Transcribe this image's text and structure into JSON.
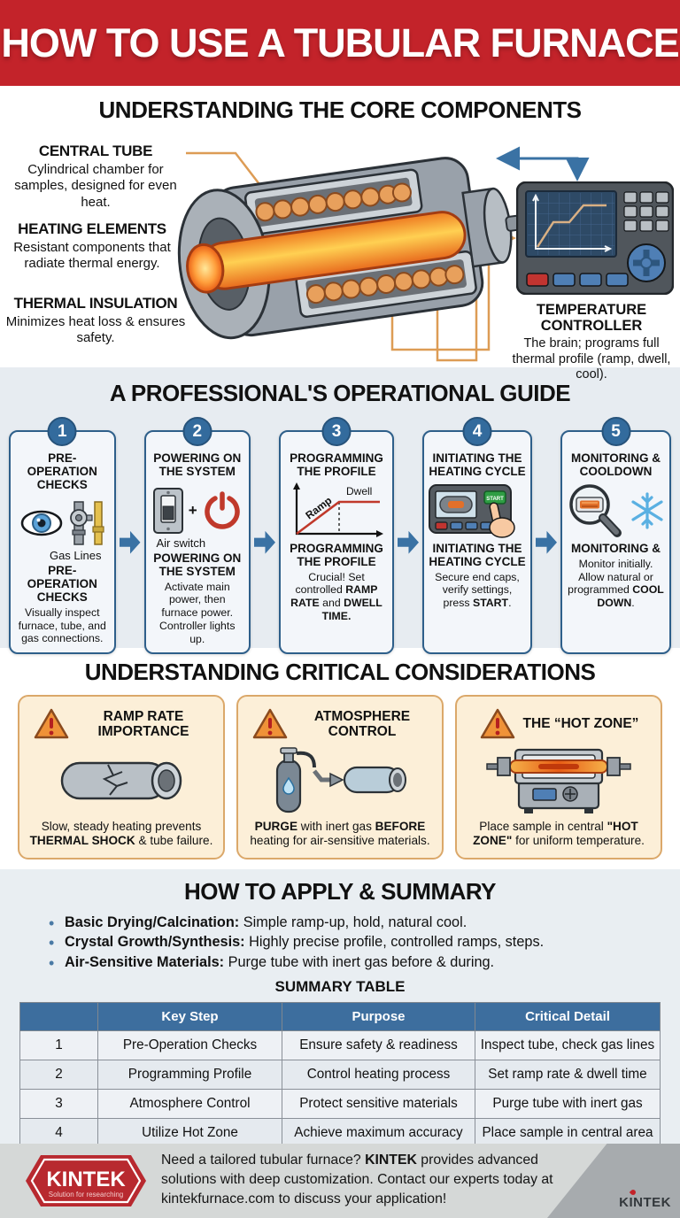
{
  "colors": {
    "banner_red": "#c3232a",
    "accent_blue": "#3a72a4",
    "tan_box": "#fcefd8",
    "tan_border": "#dba86a",
    "table_header_blue": "#3d6e9e",
    "section_bg": "#e7ecf1"
  },
  "banner": {
    "title": "HOW TO USE A TUBULAR FURNACE"
  },
  "components": {
    "section_title": "UNDERSTANDING THE CORE COMPONENTS",
    "central_tube": {
      "title": "CENTRAL TUBE",
      "desc": "Cylindrical chamber for samples, designed for even heat."
    },
    "heating_elements": {
      "title": "HEATING ELEMENTS",
      "desc": "Resistant components that radiate thermal energy."
    },
    "thermal_insulation": {
      "title": "THERMAL INSULATION",
      "desc": "Minimizes heat loss & ensures safety."
    },
    "temperature_controller": {
      "title": "TEMPERATURE CONTROLLER",
      "desc": "The brain; programs full thermal profile (ramp, dwell, cool)."
    }
  },
  "guide": {
    "section_title": "A PROFESSIONAL'S OPERATIONAL GUIDE",
    "steps": [
      {
        "number": "1",
        "title": "PRE-OPERATION CHECKS",
        "icon_caption": "Gas Lines",
        "subtitle": "PRE-OPERATION CHECKS",
        "desc_segments": [
          {
            "text": "Visually inspect furnace, tube, and gas connections.",
            "bold": false
          }
        ]
      },
      {
        "number": "2",
        "title": "POWERING ON THE SYSTEM",
        "icon_caption": "Air switch",
        "plus": "+",
        "subtitle": "POWERING ON THE SYSTEM",
        "desc_segments": [
          {
            "text": "Activate main power, then furnace power. Controller lights up.",
            "bold": false
          }
        ]
      },
      {
        "number": "3",
        "title": "PROGRAMMING THE PROFILE",
        "subtitle": "PROGRAMMING THE PROFILE",
        "chart_labels": {
          "ramp": "Ramp",
          "dwell": "Dwell"
        },
        "desc_segments": [
          {
            "text": "Crucial! Set controlled ",
            "bold": false
          },
          {
            "text": "RAMP RATE",
            "bold": true
          },
          {
            "text": " and ",
            "bold": false
          },
          {
            "text": "DWELL TIME.",
            "bold": true
          }
        ]
      },
      {
        "number": "4",
        "title": "INITIATING THE HEATING CYCLE",
        "subtitle": "INITIATING THE HEATING CYCLE",
        "start_button": "START",
        "desc_segments": [
          {
            "text": "Secure end caps, verify settings, press ",
            "bold": false
          },
          {
            "text": "START",
            "bold": true
          },
          {
            "text": ".",
            "bold": false
          }
        ]
      },
      {
        "number": "5",
        "title": "MONITORING & COOLDOWN",
        "subtitle": "MONITORING &",
        "desc_segments": [
          {
            "text": "Monitor initially. Allow natural or programmed ",
            "bold": false
          },
          {
            "text": "COOL DOWN",
            "bold": true
          },
          {
            "text": ".",
            "bold": false
          }
        ]
      }
    ]
  },
  "considerations": {
    "section_title": "UNDERSTANDING CRITICAL CONSIDERATIONS",
    "boxes": [
      {
        "title": "RAMP RATE IMPORTANCE",
        "desc_segments": [
          {
            "text": "Slow, steady heating prevents ",
            "bold": false
          },
          {
            "text": "THERMAL SHOCK",
            "bold": true
          },
          {
            "text": " & tube failure.",
            "bold": false
          }
        ]
      },
      {
        "title": "ATMOSPHERE CONTROL",
        "desc_segments": [
          {
            "text": "PURGE",
            "bold": true
          },
          {
            "text": " with inert gas ",
            "bold": false
          },
          {
            "text": "BEFORE",
            "bold": true
          },
          {
            "text": " heating for air-sensitive materials.",
            "bold": false
          }
        ]
      },
      {
        "title": "THE “HOT ZONE”",
        "desc_segments": [
          {
            "text": "Place sample in central ",
            "bold": false
          },
          {
            "text": "\"HOT ZONE\"",
            "bold": true
          },
          {
            "text": " for uniform temperature.",
            "bold": false
          }
        ]
      }
    ]
  },
  "apply": {
    "section_title": "HOW TO APPLY & SUMMARY",
    "bullets": [
      {
        "bold": "Basic Drying/Calcination:",
        "text": " Simple ramp-up, hold, natural cool."
      },
      {
        "bold": "Crystal Growth/Synthesis:",
        "text": " Highly precise profile, controlled ramps, steps."
      },
      {
        "bold": "Air-Sensitive Materials:",
        "text": " Purge tube with inert gas before & during."
      }
    ],
    "table": {
      "title": "SUMMARY TABLE",
      "headers": [
        "",
        "Key Step",
        "Purpose",
        "Critical Detail"
      ],
      "rows": [
        [
          "1",
          "Pre-Operation Checks",
          "Ensure safety & readiness",
          "Inspect tube, check gas lines"
        ],
        [
          "2",
          "Programming Profile",
          "Control heating process",
          "Set ramp rate & dwell time"
        ],
        [
          "3",
          "Atmosphere Control",
          "Protect sensitive materials",
          "Purge tube with inert gas"
        ],
        [
          "4",
          "Utilize Hot Zone",
          "Achieve maximum accuracy",
          "Place sample in central area"
        ]
      ]
    }
  },
  "footer": {
    "logo_text": "KINTEK",
    "logo_tagline": "Solution for researching",
    "message_segments": [
      {
        "text": "Need a tailored tubular furnace? ",
        "bold": false
      },
      {
        "text": "KINTEK",
        "bold": true
      },
      {
        "text": " provides advanced solutions with deep customization. Contact our experts today at kintekfurnace.com to discuss your application!",
        "bold": false
      }
    ],
    "corner_logo": "KINTEK"
  }
}
